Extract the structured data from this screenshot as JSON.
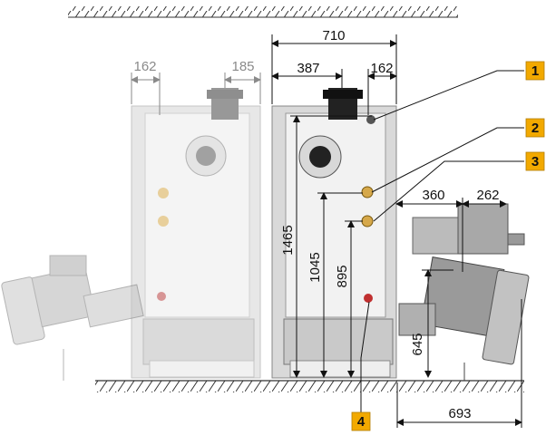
{
  "dimensions": {
    "left_162": "162",
    "left_185": "185",
    "top_710": "710",
    "top_387": "387",
    "top_162": "162",
    "right_360": "360",
    "right_262": "262",
    "v_1465": "1465",
    "v_1045": "1045",
    "v_895": "895",
    "v_645": "645",
    "bottom_693": "693"
  },
  "callouts": [
    "1",
    "2",
    "3",
    "4"
  ],
  "colors": {
    "callout": "#f2a900",
    "dimension": "#111111",
    "gray_dimension": "#8a8a8a",
    "unit_body": "#d9d9d9"
  }
}
